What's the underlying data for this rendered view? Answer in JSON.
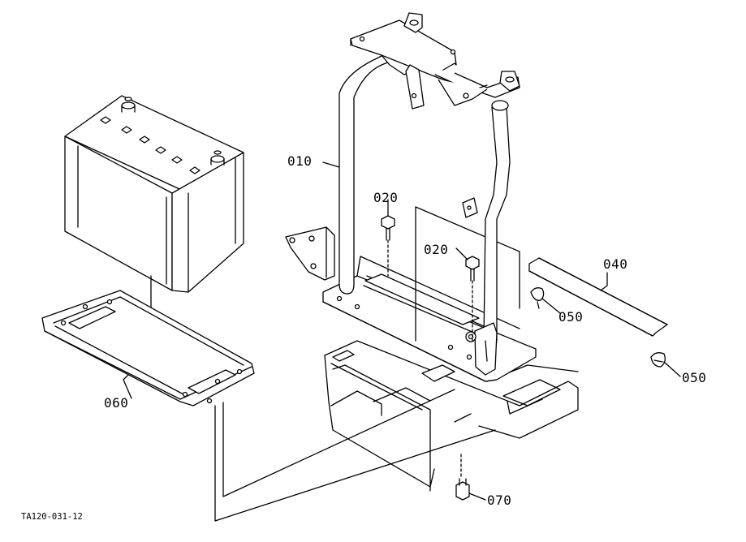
{
  "parts": [
    {
      "id": "p010",
      "label": "010"
    },
    {
      "id": "p020a",
      "label": "020"
    },
    {
      "id": "p020b",
      "label": "020"
    },
    {
      "id": "p040",
      "label": "040"
    },
    {
      "id": "p050a",
      "label": "050"
    },
    {
      "id": "p050b",
      "label": "050"
    },
    {
      "id": "p060",
      "label": "060"
    },
    {
      "id": "p070",
      "label": "070"
    }
  ],
  "figure_code": "TA120-031-12"
}
